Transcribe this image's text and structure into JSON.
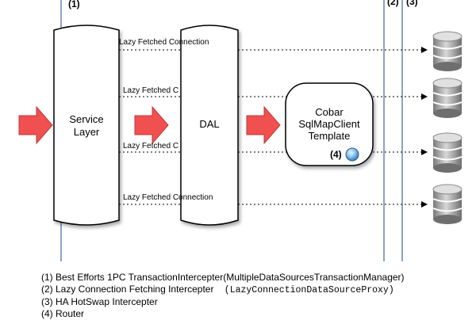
{
  "markers": {
    "m1": "(1)",
    "m2": "(2)",
    "m3": "(3)",
    "m4": "(4)"
  },
  "nodes": {
    "service_layer": [
      "Service",
      "Layer"
    ],
    "dal": "DAL",
    "template": [
      "Cobar",
      "SqlMapClient",
      "Template"
    ]
  },
  "connections": {
    "c1": "Lazy Fetched Connection",
    "c2": "Lazy Fetched C",
    "c3": "Lazy Fetched C",
    "c4": "Lazy Fetched Connection"
  },
  "legend": {
    "line1": "(1) Best Efforts 1PC TransactionIntercepter(MultipleDataSourcesTransactionManager)",
    "line2_text": "(2) Lazy Connection Fetching Intercepter",
    "line2_code": "(LazyConnectionDataSourceProxy)",
    "line3": "(3) HA HotSwap Intercepter",
    "line4": "(4) Router"
  },
  "colors": {
    "arrow_fill": "#f05050",
    "vertical_line": "#8da2c8",
    "db_gray": "#9a9a9a"
  }
}
